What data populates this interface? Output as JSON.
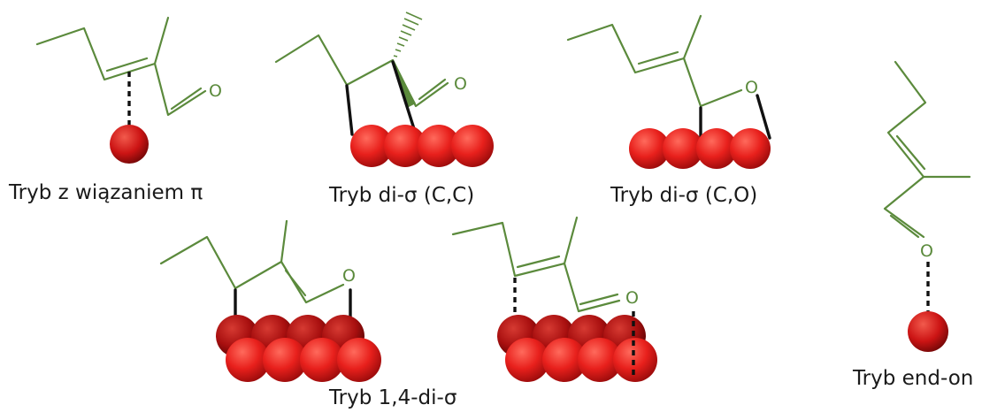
{
  "figure": {
    "atom_label": "O",
    "colors": {
      "molecule": "#5b8a3c",
      "metal_back": "#a80f0f",
      "metal_front": "#e8201c",
      "surface_bond": "#111111"
    },
    "modes": [
      {
        "id": "pi",
        "caption": "Tryb z wiązaniem π"
      },
      {
        "id": "di-sigma-cc",
        "caption": "Tryb di-σ (C,C)"
      },
      {
        "id": "di-sigma-co",
        "caption": "Tryb di-σ (C,O)"
      },
      {
        "id": "di-sigma-14",
        "caption": "Tryb 1,4-di-σ"
      },
      {
        "id": "end-on",
        "caption": "Tryb end-on"
      }
    ]
  }
}
